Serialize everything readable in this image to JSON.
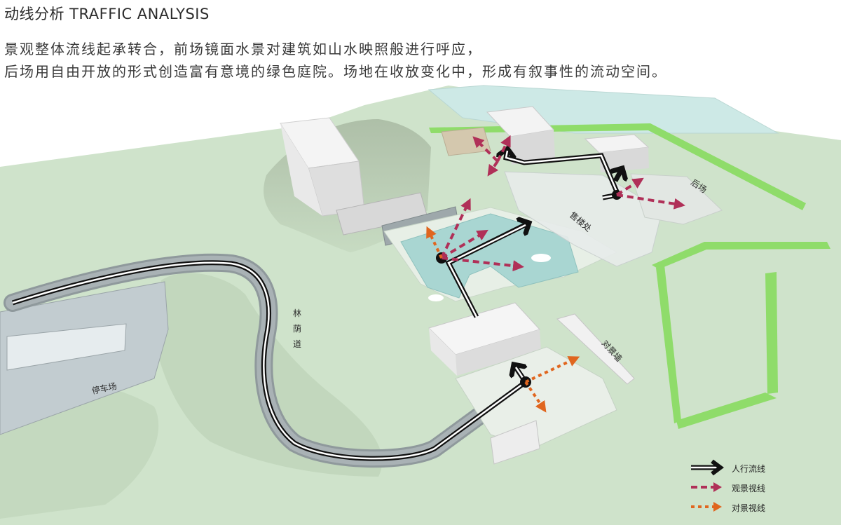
{
  "header": {
    "title": "动线分析 TRAFFIC ANALYSIS",
    "description_line1": "景观整体流线起承转合，前场镜面水景对建筑如山水映照般进行呼应，",
    "description_line2": "后场用自由开放的形式创造富有意境的绿色庭院。场地在收放变化中，形成有叙事性的流动空间。"
  },
  "labels": {
    "parking": "停车场",
    "forest_path_1": "林",
    "forest_path_2": "荫",
    "forest_path_3": "道",
    "sales_office": "售楼处",
    "back_yard": "后场",
    "scenery_wall": "对景墙"
  },
  "legend": {
    "pedestrian_flow": "人行流线",
    "viewing_sightline": "观景视线",
    "facing_view_sightline": "对景视线"
  },
  "colors": {
    "pedestrian": "#111111",
    "viewing": "#b03058",
    "facing": "#e0661f",
    "ground": "#cfe3cb",
    "water": "#a9d6d2",
    "hedge": "#8fdc6a"
  }
}
